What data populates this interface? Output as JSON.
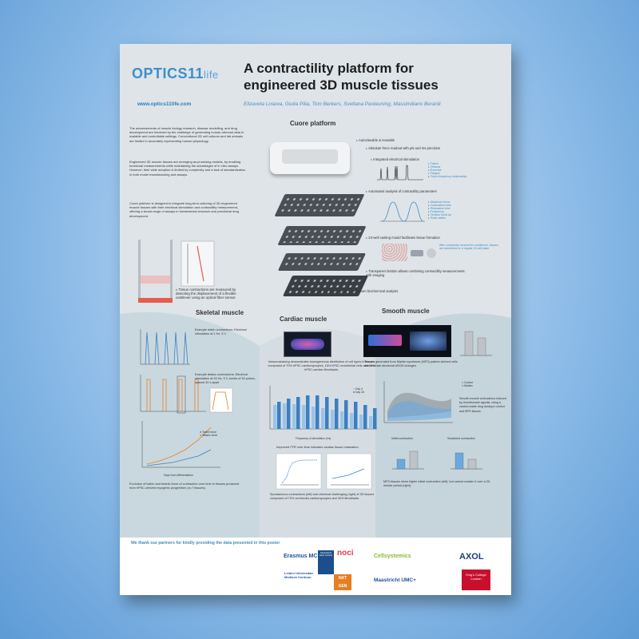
{
  "header": {
    "logo": "OPTICS11",
    "logo_suffix": "life",
    "url": "www.optics11life.com",
    "title_line1": "A contractility platform for",
    "title_line2": "engineered 3D muscle tissues",
    "authors": "Elizaveta Loseva, Giulia Pilia, Tom Berkers, Svetlana Pasteuning, Massimiliano Berardi"
  },
  "intro": {
    "p1": "The advancements of muscle biology research, disease modelling, and drug development are hindered by the challenge of generating human-relevant data in scalable and controllable settings. Conventional 2D cell cultures and lab animals are limited in accurately representing human physiology.",
    "p2": "Engineered 3D muscle tissues are emerging as promising models, by enabling functional measurements while maintaining the advantages of in vitro assays. However, their wide adoption is limited by complexity and a lack of standardization in both model manufacturing and assays.",
    "p3": "Cuore platform is designed to integrate long-term culturing of 3D engineered muscle tissues with their electrical stimulation and contractility measurement, offering a broad range of assays in fundamental research and preclinical drug development.",
    "caption": "Tissue contractions are measured by detecting the displacement of a flexible cantilever using an optical fiber sensor."
  },
  "cuore": {
    "title": "Cuore platform",
    "features": [
      "Autoclavable & reusable",
      "Absolute force readout with µN and ms precision",
      "Integrated electrical stimulation",
      "Automated analysis of contractility parameters",
      "24-well casting mould facilitates tissue formation",
      "Transparent bottom allows combining contractility measurements with imaging",
      "Tissues can be harvested for downstream biochemical analysis"
    ],
    "stim_list": [
      "Twitch",
      "Tetanus",
      "Exercise",
      "Fatigue",
      "Force-frequency relationship"
    ],
    "param_list": [
      "Maximum force",
      "Contraction time",
      "Relaxation time",
      "Frequency",
      "Tension build up",
      "Peak widths"
    ],
    "casting_note": "After contraction around the cantilevers, tissues are transferred to a regular 24-well plate"
  },
  "skeletal": {
    "title": "Skeletal muscle",
    "twitch_label": "Example twitch contractions: Electrical stimulation at 1 Hz, 5 V",
    "tetanic_label": "Example tetanic contractions: Electrical stimulation at 33 Hz, 3 V, bursts of 50 pulses, spaced 30 s apart",
    "legend": [
      "Twitch force",
      "Tetanic force"
    ],
    "caption": "Evolution of twitch and tetanic force of contraction over time in tissues produced from hPSC-derived myogenic progenitors (n=7 tissues).",
    "xlabel": "Days from differentiation"
  },
  "cardiac": {
    "title": "Cardiac muscle",
    "caption1": "Immunostaining demonstrates homogeneous distribution of cell types in tissues composed of 70% hPSC-cardiomyocytes, 15% hPSC-endothelial cells and 15% hPSC-cardiac fibroblasts.",
    "legend": [
      "Day 4",
      "Day 18"
    ],
    "xlabel": "Frequency of stimulation (Hz)",
    "caption2": "Improved FFR over time indicates cardiac tissue maturation.",
    "caption3": "Spontaneous contractions (left) and chemical challenging (right) of 3D tissues composed of 70% ventricular cardiomyocytes and 30% fibroblasts."
  },
  "smooth": {
    "title": "Smooth muscle",
    "caption1": "Tissues generated from Marfan syndrome (MFS) patient-derived cells demonstrate structural αSCM changes",
    "legend": [
      "Control",
      "Marfan"
    ],
    "caption2": "Smooth muscle contractions induced by thromboxane agonist, using a custom-made drug dosing in control and MFS tissues",
    "chart_titles": [
      "Initial contraction",
      "Sustained contraction"
    ],
    "caption3": "MFS tissues show higher initial contraction (left), but cannot sustain it over a 20-minute period (right)."
  },
  "footer": {
    "thanks": "We thank our partners for kindly providing the data presented in this poster",
    "partners": [
      "Erasmus MC",
      "Netherlands Heart Institute",
      "noci",
      "Cellsystemics",
      "AXOL",
      "Leiden Universitair Medisch Centrum",
      "NXT GEN",
      "Maastricht UMC+",
      "King's College London"
    ]
  },
  "colors": {
    "accent": "#3d8ec9",
    "orange": "#e67e22",
    "blue": "#3a7fc3"
  }
}
